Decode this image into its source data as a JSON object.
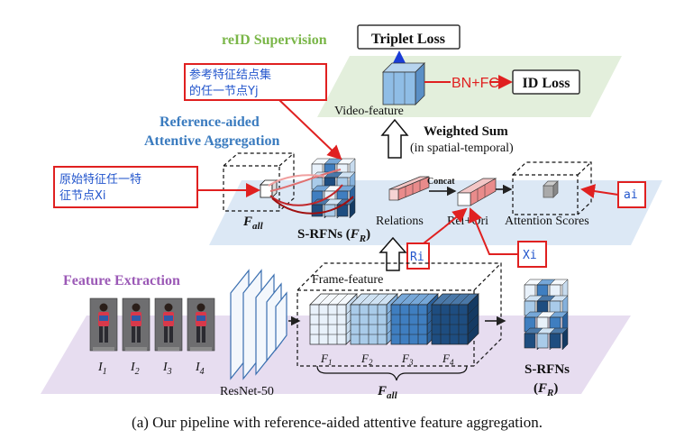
{
  "top": {
    "supervision_label": "reID Supervision",
    "triplet_loss": "Triplet Loss",
    "bnfc": "BN+FC",
    "id_loss": "ID Loss",
    "video_feature": "Video-feature"
  },
  "middle": {
    "raa_line1": "Reference-aided",
    "raa_line2": "Attentive Aggregation",
    "weighted_sum": "Weighted Sum",
    "spatial_temporal": "(in spatial-temporal)",
    "f_all": "F",
    "f_all_sub": "all",
    "srfns": "S-RFNs (",
    "srfns_f": "F",
    "srfns_sub": "R",
    "srfns_close": ")",
    "relations": "Relations",
    "concat": "Concat",
    "rel_ori": "Rel+Ori",
    "attention_scores": "Attention Scores"
  },
  "annotations": {
    "ref_node_line1": "参考特征结点集",
    "ref_node_line2": "的任一节点Yj",
    "orig_node_line1": "原始特征任一特",
    "orig_node_line2": "征节点Xi",
    "ai": "ai",
    "ri": "Ri",
    "xi": "Xi"
  },
  "bottom": {
    "feature_extraction": "Feature Extraction",
    "frame_feature": "Frame-feature",
    "resnet": "ResNet-50",
    "frames": [
      {
        "base": "I",
        "sub": "1"
      },
      {
        "base": "I",
        "sub": "2"
      },
      {
        "base": "I",
        "sub": "3"
      },
      {
        "base": "I",
        "sub": "4"
      }
    ],
    "features": [
      {
        "base": "F",
        "sub": "1"
      },
      {
        "base": "F",
        "sub": "2"
      },
      {
        "base": "F",
        "sub": "3"
      },
      {
        "base": "F",
        "sub": "4"
      }
    ],
    "f_all": "F",
    "f_all_sub": "all",
    "srfns": "S-RFNs",
    "srfns_paren": "(",
    "srfns_f": "F",
    "srfns_sub": "R",
    "srfns_paren_close": ")"
  },
  "caption": "(a)  Our pipeline with reference-aided attentive feature aggregation.",
  "colors": {
    "green": "#7ab648",
    "blue_title": "#3a7bbf",
    "purple": "#9b59b6",
    "red": "#e02020",
    "annot_blue": "#2255cc",
    "top_plane": "#e3efdc",
    "mid_plane": "#dce8f5",
    "bottom_plane": "#e7ddf0"
  }
}
